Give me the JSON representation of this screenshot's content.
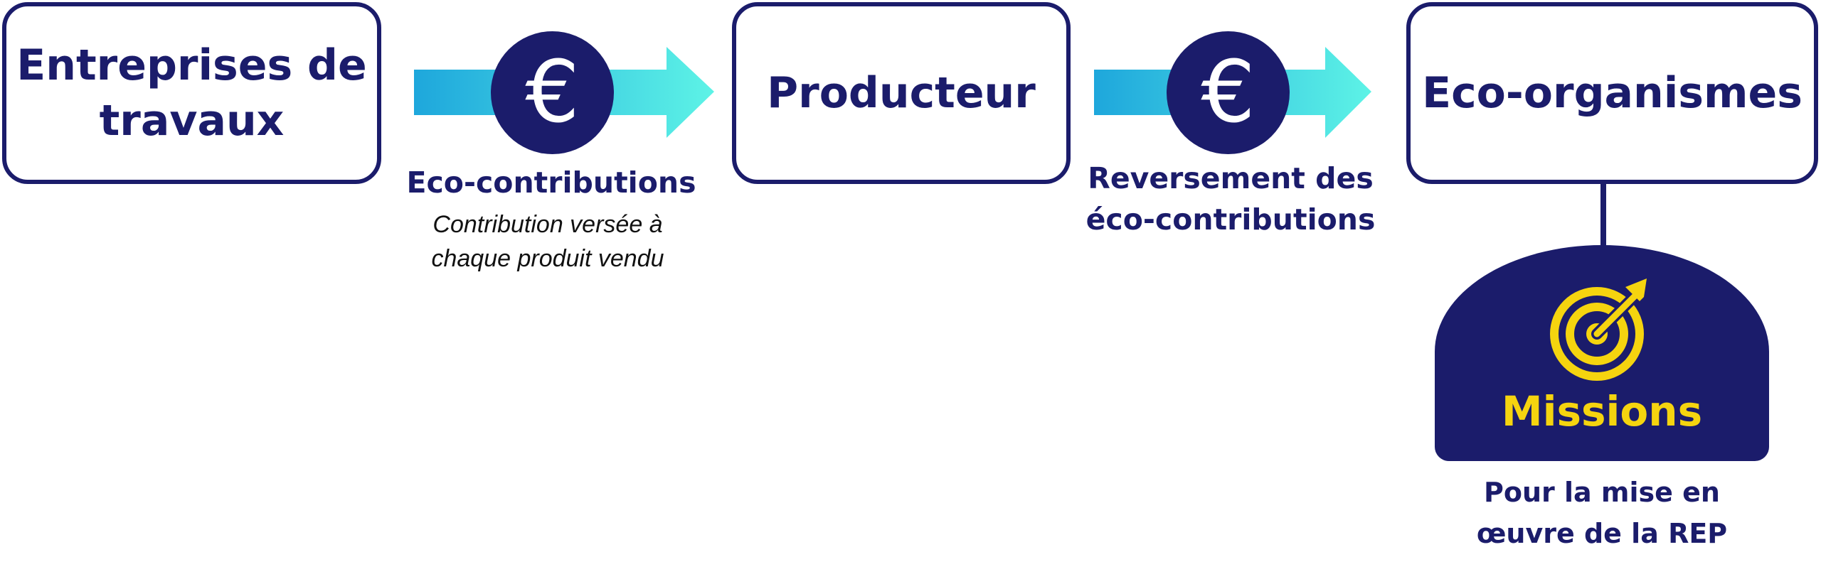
{
  "colors": {
    "navy": "#1b1c6b",
    "mission_yellow": "#f5d40f",
    "arrow_gradient_start": "#1ea7dc",
    "arrow_gradient_end": "#5df3e6"
  },
  "nodes": {
    "entreprises": {
      "line1": "Entreprises de",
      "line2": "travaux"
    },
    "producteur": {
      "label": "Producteur"
    },
    "eco_organismes": {
      "label": "Eco-organismes"
    }
  },
  "flows": {
    "eco_contributions": {
      "icon": "euro-icon",
      "symbol": "€",
      "title": "Eco-contributions",
      "desc_line1": "Contribution versée à",
      "desc_line2": "chaque produit vendu"
    },
    "reversement": {
      "icon": "euro-icon",
      "symbol": "€",
      "title_line1": "Reversement des",
      "title_line2": "éco-contributions"
    }
  },
  "missions": {
    "icon": "target-icon",
    "title": "Missions",
    "desc_line1": "Pour la mise en",
    "desc_line2": "œuvre de la REP"
  }
}
